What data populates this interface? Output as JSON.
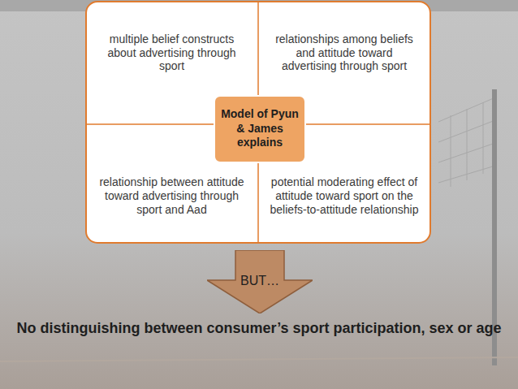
{
  "diagram": {
    "nodes": [
      {
        "text": [
          "multiple belief constructs about advertising through sport"
        ]
      },
      {
        "text": [
          "relationships among beliefs and attitude toward advertising through sport"
        ]
      },
      {
        "text": [
          "Model of Pyun & James explains"
        ]
      },
      {
        "text": [
          "relationship between attitude toward advertising through sport and Aad"
        ]
      },
      {
        "text": [
          "potential moderating effect of attitude toward sport on the beliefs-to-attitude relationship"
        ]
      },
      {
        "text": [
          "BUT…"
        ]
      }
    ],
    "labels": [
      "No distinguishing between consumer’s sport participation, sex or age"
    ]
  }
}
